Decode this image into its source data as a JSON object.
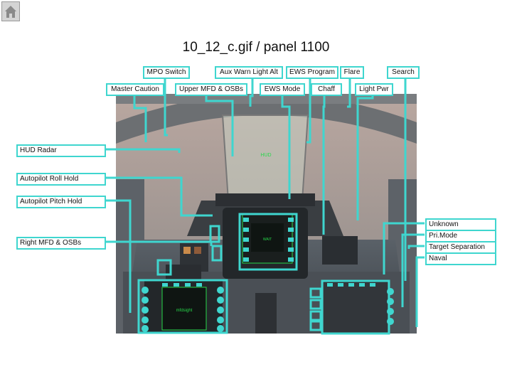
{
  "title": "10_12_c.gif / panel 1100",
  "nav": {
    "home_icon": "home-icon"
  },
  "labels": {
    "mpo_switch": "MPO Switch",
    "master_caution": "Master Caution",
    "aux_warn_light_alt": "Aux Warn Light Alt",
    "upper_mfd_osbs": "Upper MFD & OSBs",
    "ews_program": "EWS Program",
    "ews_mode": "EWS Mode",
    "flare": "Flare",
    "chaff": "Chaff",
    "search": "Search",
    "light_pwr": "Light Pwr",
    "hud_radar": "HUD Radar",
    "autopilot_roll_hold": "Autopilot Roll Hold",
    "autopilot_pitch_hold": "Autopilot Pitch Hold",
    "unknown": "Unknown",
    "pri_mode": "Pri.Mode",
    "right_mfd_osbs": "Right MFD & OSBs",
    "target_separation": "Target Separation",
    "naval": "Naval"
  },
  "screens": {
    "hud_text": "HUD",
    "upper_mfd_text": "WAIT",
    "lower_mfd_text": "mfdsight"
  },
  "colors": {
    "callout": "#3fd6cf",
    "screen_green": "#27d84a"
  }
}
